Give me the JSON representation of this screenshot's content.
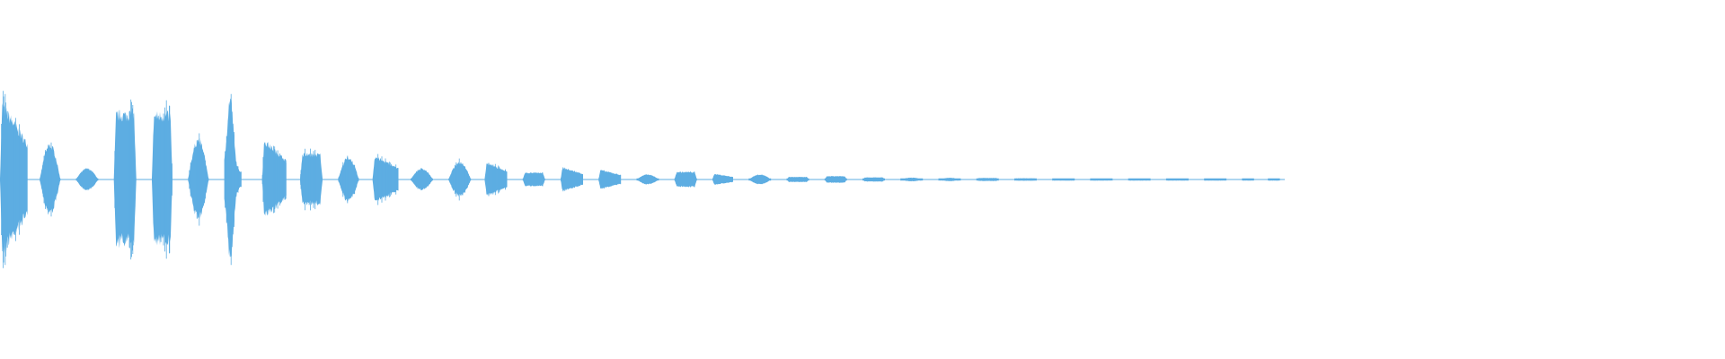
{
  "waveform": {
    "color": "#5dade2",
    "background": "#ffffff",
    "bursts": [
      {
        "start": 0.0,
        "end": 0.016,
        "amp": 0.93,
        "shape": "decay"
      },
      {
        "start": 0.023,
        "end": 0.035,
        "amp": 0.41,
        "shape": "bell"
      },
      {
        "start": 0.044,
        "end": 0.057,
        "amp": 0.13,
        "shape": "bell"
      },
      {
        "start": 0.066,
        "end": 0.079,
        "amp": 0.78,
        "shape": "flat"
      },
      {
        "start": 0.088,
        "end": 0.1,
        "amp": 0.77,
        "shape": "flat"
      },
      {
        "start": 0.109,
        "end": 0.121,
        "amp": 0.47,
        "shape": "bell"
      },
      {
        "start": 0.13,
        "end": 0.14,
        "amp": 0.98,
        "shape": "spike"
      },
      {
        "start": 0.152,
        "end": 0.166,
        "amp": 0.49,
        "shape": "decay"
      },
      {
        "start": 0.174,
        "end": 0.187,
        "amp": 0.3,
        "shape": "flat"
      },
      {
        "start": 0.196,
        "end": 0.208,
        "amp": 0.26,
        "shape": "bell"
      },
      {
        "start": 0.216,
        "end": 0.231,
        "amp": 0.29,
        "shape": "decay"
      },
      {
        "start": 0.238,
        "end": 0.251,
        "amp": 0.13,
        "shape": "bell"
      },
      {
        "start": 0.26,
        "end": 0.273,
        "amp": 0.21,
        "shape": "bell"
      },
      {
        "start": 0.281,
        "end": 0.294,
        "amp": 0.21,
        "shape": "decay"
      },
      {
        "start": 0.303,
        "end": 0.316,
        "amp": 0.08,
        "shape": "flat"
      },
      {
        "start": 0.325,
        "end": 0.338,
        "amp": 0.15,
        "shape": "decay"
      },
      {
        "start": 0.347,
        "end": 0.36,
        "amp": 0.12,
        "shape": "decay"
      },
      {
        "start": 0.369,
        "end": 0.382,
        "amp": 0.06,
        "shape": "bell"
      },
      {
        "start": 0.391,
        "end": 0.404,
        "amp": 0.09,
        "shape": "flat"
      },
      {
        "start": 0.413,
        "end": 0.425,
        "amp": 0.07,
        "shape": "decay"
      },
      {
        "start": 0.434,
        "end": 0.447,
        "amp": 0.06,
        "shape": "bell"
      },
      {
        "start": 0.456,
        "end": 0.469,
        "amp": 0.03,
        "shape": "flat"
      },
      {
        "start": 0.478,
        "end": 0.491,
        "amp": 0.04,
        "shape": "flat"
      },
      {
        "start": 0.5,
        "end": 0.513,
        "amp": 0.025,
        "shape": "flat"
      },
      {
        "start": 0.522,
        "end": 0.535,
        "amp": 0.022,
        "shape": "bell"
      },
      {
        "start": 0.544,
        "end": 0.557,
        "amp": 0.02,
        "shape": "bell"
      },
      {
        "start": 0.566,
        "end": 0.579,
        "amp": 0.018,
        "shape": "flat"
      },
      {
        "start": 0.588,
        "end": 0.601,
        "amp": 0.015,
        "shape": "flat"
      },
      {
        "start": 0.61,
        "end": 0.623,
        "amp": 0.013,
        "shape": "flat"
      },
      {
        "start": 0.632,
        "end": 0.645,
        "amp": 0.012,
        "shape": "flat"
      },
      {
        "start": 0.654,
        "end": 0.667,
        "amp": 0.011,
        "shape": "flat"
      },
      {
        "start": 0.676,
        "end": 0.689,
        "amp": 0.01,
        "shape": "flat"
      },
      {
        "start": 0.698,
        "end": 0.711,
        "amp": 0.008,
        "shape": "flat"
      },
      {
        "start": 0.72,
        "end": 0.727,
        "amp": 0.006,
        "shape": "flat"
      },
      {
        "start": 0.735,
        "end": 0.742,
        "amp": 0.006,
        "shape": "flat"
      }
    ]
  }
}
